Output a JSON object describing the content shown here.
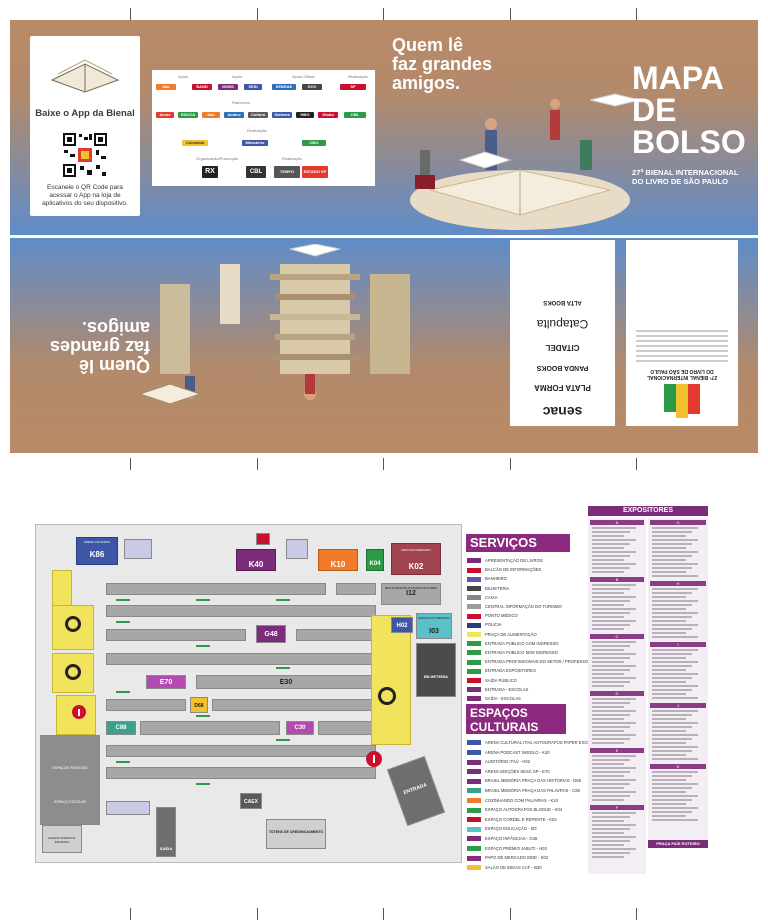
{
  "cover": {
    "qr_card": {
      "title": "Baixe o App da Bienal",
      "instructions": "Escaneie o QR Code para acessar o App na loja de aplicativos do seu dispositivo."
    },
    "tagline": [
      "Quem lê",
      "faz grandes",
      "amigos."
    ],
    "title_lines": [
      "MAPA",
      "DE",
      "BOLSO"
    ],
    "subtitle_lines": [
      "27ª BIENAL INTERNACIONAL",
      "DO LIVRO DE SÃO PAULO"
    ]
  },
  "sponsors": {
    "row1_captions": [
      "Apoio",
      "Apoio",
      "Apoio Oficial",
      "Realização"
    ],
    "row1_logos": [
      "itaú",
      "BAND",
      "MVBS",
      "SESI",
      "SEBRAE",
      "GOV",
      "SP"
    ],
    "row2_caption": "Patrocínio",
    "row2_logos": [
      "Acme",
      "EDUCA",
      "Itaú",
      "Ambev",
      "Cultura",
      "Sistema",
      "HBO",
      "Globo",
      "CBL"
    ],
    "row3_caption": "Realização",
    "row3_logos": [
      "Colombia",
      "Ministério",
      "CBO"
    ],
    "row4_captions": [
      "Organização/Promoção",
      "Realização"
    ],
    "row4_logos": [
      "RX",
      "CBL",
      "TEMPO",
      "ESTADO SP"
    ]
  },
  "back_cover": {
    "tagline": [
      "Quem lê",
      "faz grandes",
      "amigos."
    ],
    "partner_logos": [
      "senac",
      "PLATA FORMA",
      "PANDA BOOKS",
      "CITADEL",
      "Catapulta",
      "ALTA BOOKS"
    ],
    "bienal_name": [
      "27ª BIENAL INTERNACIONAL",
      "DO LIVRO DE SÃO PAULO"
    ]
  },
  "map": {
    "booth_labels": [
      "K86",
      "K40",
      "K10",
      "K04",
      "K02",
      "H02",
      "I12",
      "I03",
      "G48",
      "E70",
      "E30",
      "D68",
      "C88",
      "C30",
      "CAEX",
      "BILHETERIA",
      "SAÍDA",
      "ENTRADA",
      "TOTENS DE CREDENCIAMENTO"
    ],
    "small_labels": {
      "k86_top": "ARENA CULTURAL",
      "k02_top": "PAPO DE MERCADO",
      "i12_top": "RESTAURANTE DOS EXPOSITORES",
      "i03_top": "ESPAÇO DO BEIZANO",
      "zone_left": "ESPAÇOS PESSOAIS",
      "zone_left2": "ESPAÇO ESCOLAR",
      "bottom_left": "ACESSO ESPECIAL ENTRADA"
    }
  },
  "servicos": {
    "title": "SERVIÇOS",
    "items": [
      {
        "label": "APRESENTAÇÃO DE LIVROS",
        "color": "#7b2c7a"
      },
      {
        "label": "BALCÃO DE INFORMAÇÕES",
        "color": "#c8102e"
      },
      {
        "label": "BANHEIRO",
        "color": "#5a5aa8"
      },
      {
        "label": "BILHETERIA",
        "color": "#444444"
      },
      {
        "label": "CAIXA",
        "color": "#888888"
      },
      {
        "label": "CENTRAL INFORMAÇÃO DO TURISMO",
        "color": "#9c9c9c"
      },
      {
        "label": "PONTO MÉDICO",
        "color": "#c8102e"
      },
      {
        "label": "POLÍCIA",
        "color": "#2b3d7a"
      },
      {
        "label": "PRAÇA DE ALIMENTAÇÃO",
        "color": "#f2e35c"
      },
      {
        "label": "ENTRADA PÚBLICO COM INGRESSO",
        "color": "#2d9a47"
      },
      {
        "label": "ENTRADA PÚBLICO SEM INGRESSO",
        "color": "#2d9a47"
      },
      {
        "label": "ENTRADA PROFISSIONAIS DO SETOR / PROFESSORES",
        "color": "#2d9a47"
      },
      {
        "label": "ENTRADA EXPOSITORES",
        "color": "#2d9a47"
      },
      {
        "label": "SAÍDA PÚBLICO",
        "color": "#c8102e"
      },
      {
        "label": "ENTRADA - ESCOLAS",
        "color": "#7b2c7a"
      },
      {
        "label": "SAÍDA - ESCOLAS",
        "color": "#7b2c7a"
      }
    ]
  },
  "espacos": {
    "title": [
      "ESPAÇOS",
      "CULTURAIS"
    ],
    "items": [
      {
        "label": "ARENA CULTURAL ITAÚ AUTOGRAFOS PAPER EXCELLENCE - K86",
        "color": "#3d57a6"
      },
      {
        "label": "ARENA PODCAST SKEELO - K40",
        "color": "#3d57a6"
      },
      {
        "label": "AUDITÓRIO ITAÚ - H02",
        "color": "#7b2c7a"
      },
      {
        "label": "ARENA EDIÇÕES SESC SP - E70",
        "color": "#7b2c7a"
      },
      {
        "label": "BRASIL MEMÓRIA PRAÇA DAS HISTÓRIAS - D68",
        "color": "#7b2c7a"
      },
      {
        "label": "BRASIL MEMÓRIA PRAÇA DAS PALAVRAS - C88",
        "color": "#3da08a"
      },
      {
        "label": "COZINHANDO COM PALAVRAS - K10",
        "color": "#f07c2b"
      },
      {
        "label": "ESPAÇO AUTOGRAFOS BLOGUE - K04",
        "color": "#2d9a47"
      },
      {
        "label": "ESPAÇO CORDEL E REPENTE - K02",
        "color": "#c8102e"
      },
      {
        "label": "ESPAÇO EDUCAÇÃO - I03",
        "color": "#5bc0c8"
      },
      {
        "label": "ESPAÇO INFÂNCIAS - G48",
        "color": "#7b2c7a"
      },
      {
        "label": "ESPAÇO PRÊMIO JABUTI - H03",
        "color": "#2d9a47"
      },
      {
        "label": "PAPO DE MERCADO INDE - K02",
        "color": "#8b2a7f"
      },
      {
        "label": "SALÃO DE IDEIAS CAF - B30",
        "color": "#f2c12e"
      }
    ]
  },
  "expositores": {
    "title": "EXPOSITORES",
    "section_letters_left": [
      "A",
      "B",
      "C",
      "D",
      "E",
      "F"
    ],
    "section_letters_right": [
      "G",
      "H",
      "I",
      "J",
      "K"
    ],
    "footer": "PRAÇA PAÍS ROTEIRO"
  },
  "colors": {
    "purple": "#7b2c7a",
    "magenta_head": "#8b2a7f",
    "map_gray": "#a7a7a7",
    "food_yellow": "#f2e35c",
    "sky_blue": "#5f8cc9",
    "warm_brown": "#b98a67"
  }
}
